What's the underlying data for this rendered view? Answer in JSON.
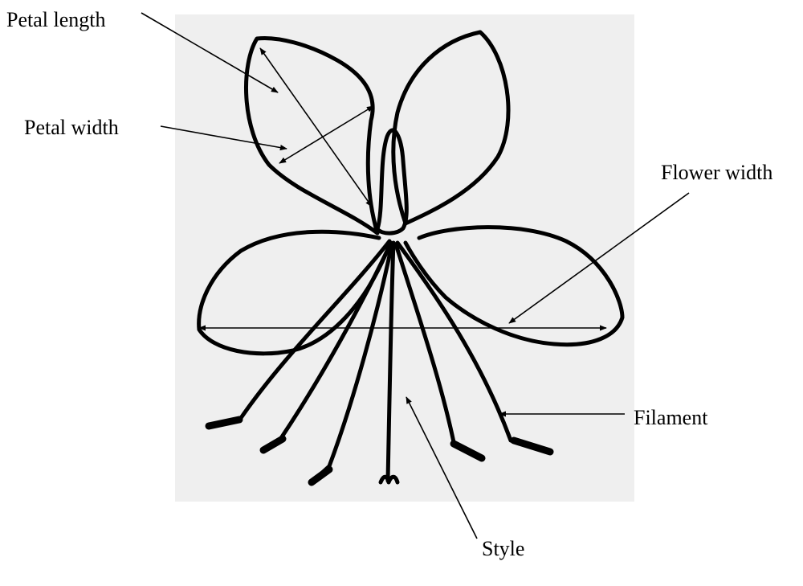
{
  "labels": {
    "petal_length": "Petal length",
    "petal_width": "Petal width",
    "flower_width": "Flower width",
    "filament": "Filament",
    "style": "Style"
  },
  "colors": {
    "paper": "#efefef",
    "ink": "#000000"
  }
}
